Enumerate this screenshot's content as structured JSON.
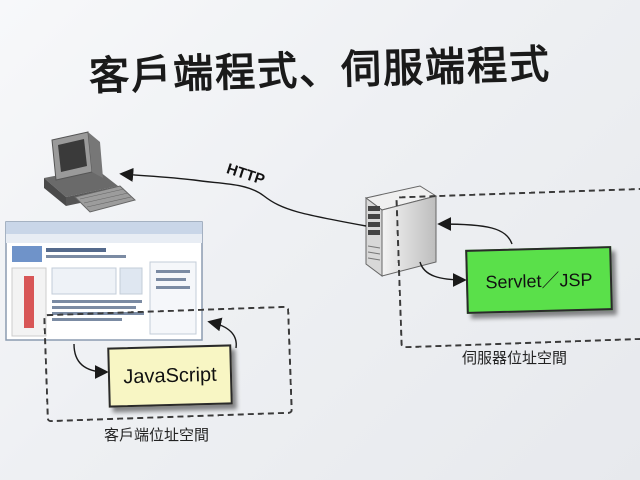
{
  "title": "客戶端程式、伺服端程式",
  "protocol_label": "HTTP",
  "client": {
    "script_label": "JavaScript",
    "space_label": "客戶端位址空間"
  },
  "server": {
    "script_label": "Servlet／JSP",
    "space_label": "伺服器位址空間"
  },
  "colors": {
    "javascript_box": "#f8f6c4",
    "servlet_box": "#5ae04a"
  }
}
